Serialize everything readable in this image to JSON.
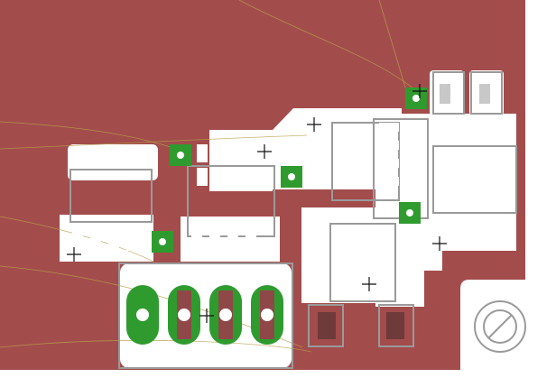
{
  "board": {
    "colors": {
      "copper_pour": "#a34c4c",
      "copper_clearance": "#ffffff",
      "via_fill": "#2f9b2f",
      "pad_fill": "#2f9b2f",
      "silkscreen_outline": "#9a9a9a",
      "ratsnest": "#b7a14a",
      "origin_cross": "#111111",
      "background": "#ffffff"
    },
    "components": [
      {
        "kind": "soic-8",
        "side": "top"
      },
      {
        "kind": "soic-8",
        "side": "top"
      },
      {
        "kind": "soic-8",
        "side": "top"
      },
      {
        "kind": "soic-8",
        "side": "top"
      },
      {
        "kind": "soic-8",
        "side": "top"
      },
      {
        "kind": "soic-8",
        "side": "top"
      },
      {
        "kind": "sot-23",
        "side": "top"
      },
      {
        "kind": "sot-23",
        "side": "top"
      },
      {
        "kind": "screw-terminal-4",
        "side": "top"
      },
      {
        "kind": "mounting-hole",
        "side": "top"
      }
    ],
    "vias": 5
  }
}
